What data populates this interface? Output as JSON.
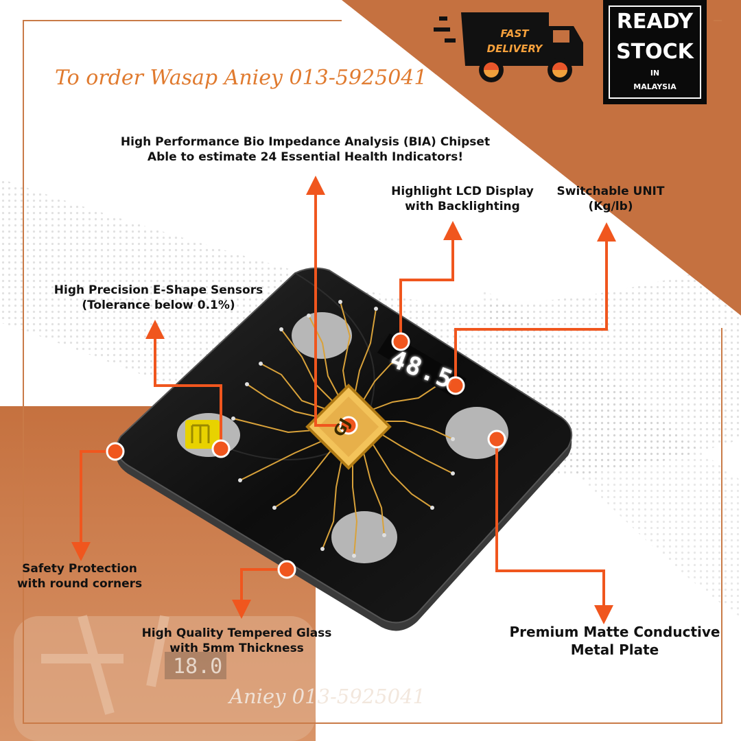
{
  "order_line": "To order Wasap Aniey 013-5925041",
  "watermark_contact": "Aniey 013-5925041",
  "ready_badge": {
    "line1": "READY",
    "line2": "STOCK",
    "line3": "IN",
    "line4": "MALAYSIA"
  },
  "delivery_badge": {
    "line1": "FAST",
    "line2": "DELIVERY"
  },
  "scale": {
    "display_reading": "48.5",
    "ghost_reading": "18.0",
    "chip_logo": "GJ"
  },
  "features": {
    "bia": {
      "line1": "High Performance  Bio Impedance Analysis  (BIA) Chipset",
      "line2": "Able to estimate 24 Essential Health Indicators!"
    },
    "lcd": {
      "line1": "Highlight LCD Display",
      "line2": "with Backlighting"
    },
    "unit": {
      "line1": "Switchable  UNIT",
      "line2": "(Kg/lb)"
    },
    "sensors": {
      "line1": "High Precision E-Shape Sensors",
      "line2": "(Tolerance below 0.1%)"
    },
    "safety": {
      "line1": "Safety Protection",
      "line2": "with round corners"
    },
    "glass": {
      "line1": "High Quality Tempered Glass",
      "line2": "with 5mm Thickness"
    },
    "plate": {
      "line1": "Premium Matte Conductive",
      "line2": "Metal Plate"
    }
  },
  "colors": {
    "accent": "#f0561e",
    "copper": "#c57140",
    "gold": "#d9a23a",
    "dark": "#111111"
  },
  "icons": [
    "truck-icon",
    "arrow-icon",
    "callout-dot-icon",
    "chip-icon"
  ]
}
